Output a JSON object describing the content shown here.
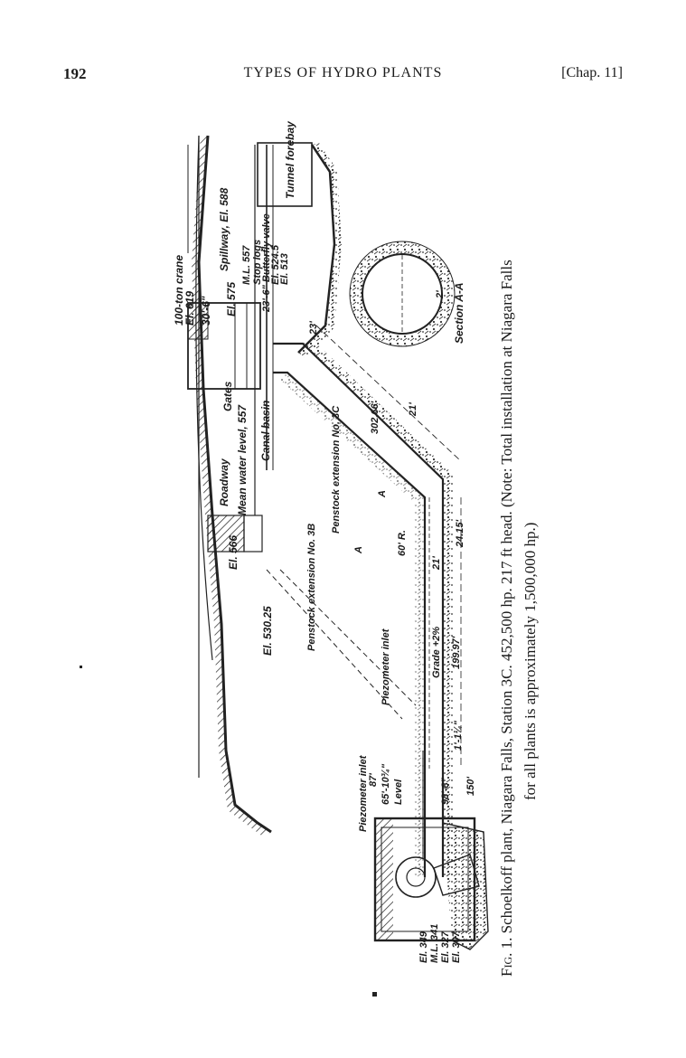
{
  "header": {
    "page_number": "192",
    "running_title": "TYPES OF HYDRO PLANTS",
    "chapter": "[Chap. 11]"
  },
  "figure": {
    "labels": {
      "crane": "100-ton crane",
      "el619": "El. 619",
      "dim306": "30'-6\"",
      "spillway": "Spillway, El. 588",
      "el575": "El. 575",
      "ml557": "M.L. 557",
      "stoplogs": "Stop logs",
      "butterfly": "23'-6\" Butterfly valve",
      "el5245": "El. 524.5",
      "el513": "El. 513",
      "forebay": "Tunnel forebay",
      "gates": "Gates",
      "roadway": "Roadway",
      "mean_water": "Mean water level, 557",
      "canal": "Canal basin",
      "el566": "El. 566",
      "el53025": "El. 530.25",
      "pen3b": "Penstock extension No. 3B",
      "pen3c": "Penstock extension No. 3C",
      "d23": "23'",
      "d30266": "302.66'",
      "d2415": "24.15'",
      "r60": "60' R.",
      "d21a": "21'",
      "d21b": "21'",
      "grade": "Grade +2%",
      "d19997": "199.97'",
      "piezo1": "Piezometer inlet",
      "piezo2": "Piezometer inlet",
      "d87": "87'",
      "d65": "65'-10¾\"",
      "level": "Level",
      "d98": "98'-8\"",
      "d150": "150'",
      "d1": "1'-1¼\"",
      "el349": "El. 349",
      "ml341": "M.L. 341",
      "el327": "El. 327",
      "el307": "El. 307",
      "section": "Section A-A",
      "a1": "A",
      "a2": "A",
      "two": "2'"
    }
  },
  "caption": {
    "fig_label": "Fig. 1.",
    "line1": "Schoelkoff plant, Niagara Falls, Station 3C. 452,500 hp. 217 ft head. (Note: Total installation at Niagara Falls",
    "line2": "for all plants is approximately 1,500,000 hp.)"
  }
}
